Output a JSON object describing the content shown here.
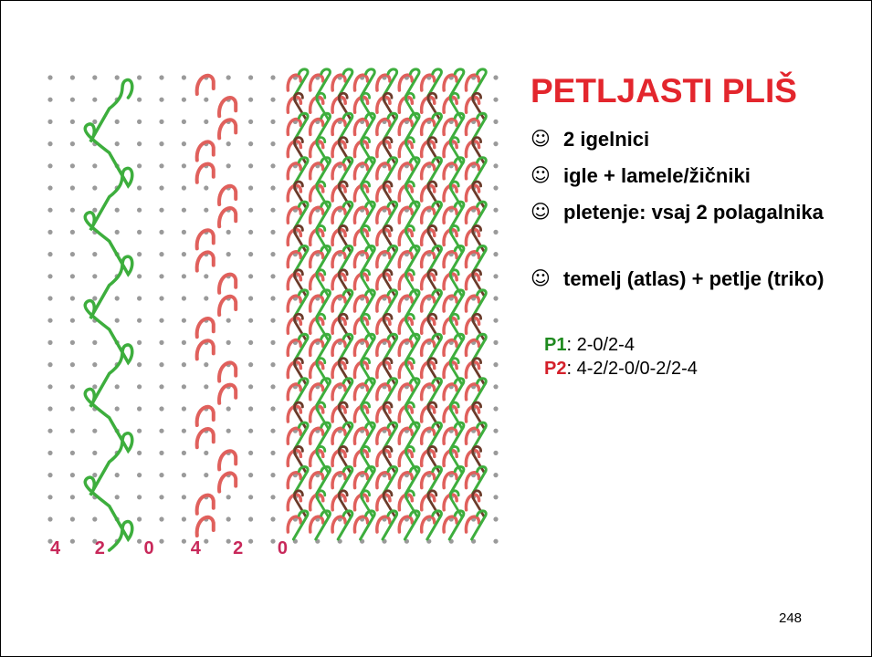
{
  "slide": {
    "title": "PETLJASTI PLIŠ",
    "bullet_symbol": "☺",
    "bullets": [
      "2 igelnici",
      "igle + lamele/žičniki",
      "pletenje: vsaj 2 polagalnika",
      "temelj (atlas) + petlje (triko)"
    ],
    "patterns": [
      {
        "label": "P1",
        "rest": ": 2-0/2-4",
        "color": "#1f8a1f"
      },
      {
        "label": "P2",
        "rest": ": 4-2/2-0/0-2/2-4",
        "color": "#d4202a"
      }
    ],
    "page_number": "248"
  },
  "diagram": {
    "axis_labels": [
      "4",
      "2",
      "0",
      "4",
      "2",
      "0"
    ],
    "colors": {
      "green": "#3dae3d",
      "red": "#e0605c",
      "dark": "#6b3b2a",
      "dot": "#9a9a9a",
      "label": "#c8285a"
    }
  }
}
